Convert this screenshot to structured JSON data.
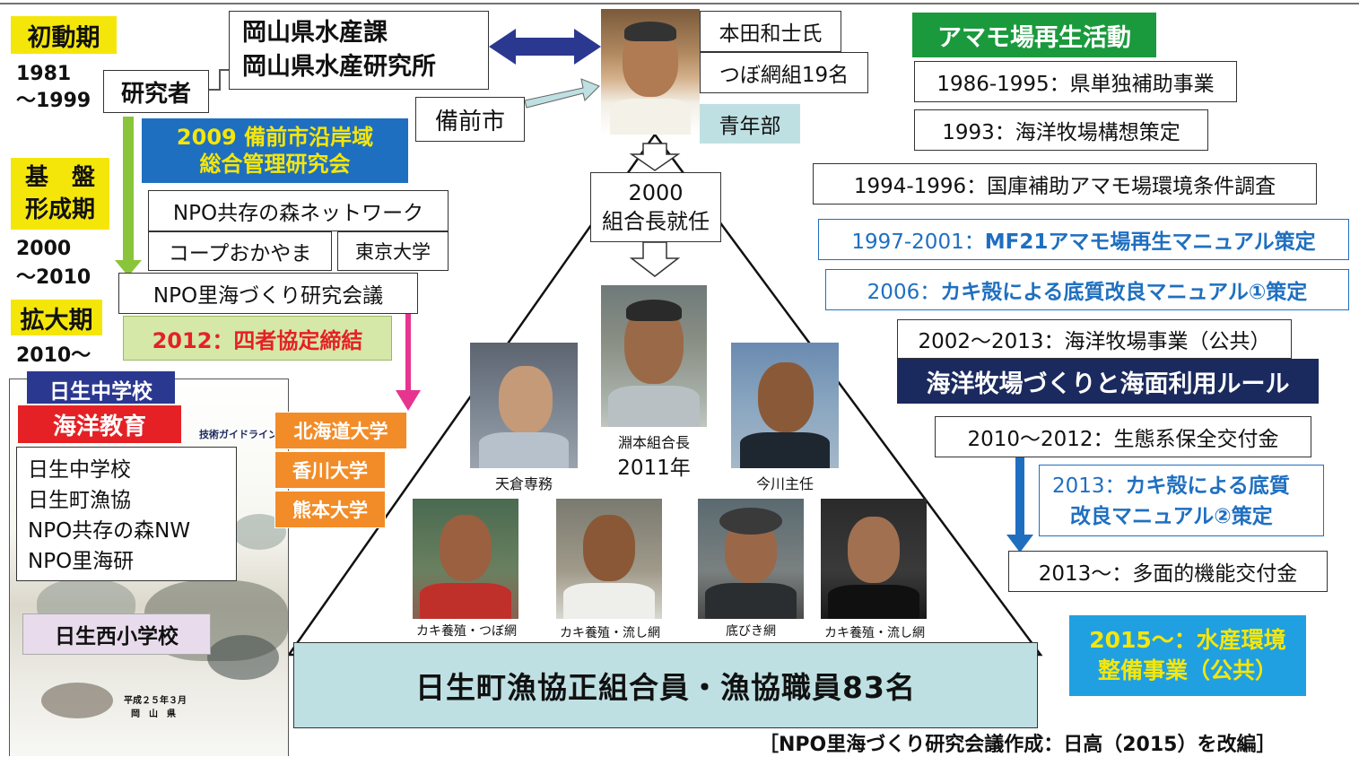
{
  "left_timeline": {
    "phase1_label": "初動期",
    "phase1_years": "1981\n～1999",
    "phase2_label": "基　盤\n形成期",
    "phase2_years": "2000\n～2010",
    "phase3_label": "拡大期",
    "phase3_years": "2010～"
  },
  "top_chain": {
    "okayama": "岡山県水産課\n岡山県水産研究所",
    "researcher": "研究者",
    "bizen": "備前市",
    "honda": "本田和士氏",
    "tsubo": "つぼ網組19名",
    "youth": "青年部"
  },
  "middle_left": {
    "council_2009": "2009 備前市沿岸域\n総合管理研究会",
    "npo_forest": "NPO共存の森ネットワーク",
    "coop": "コープおかやま",
    "tokyo": "東京大学",
    "npo_satoumi": "NPO里海づくり研究会議",
    "agreement_2012": "2012：四者協定締結"
  },
  "school_panel": {
    "school_header": "日生中学校",
    "marine_edu": "海洋教育",
    "guideline_text": "技術ガイドライン",
    "members": [
      "日生中学校",
      "日生町漁協",
      "NPO共存の森NW",
      "NPO里海研"
    ],
    "nishi_school": "日生西小学校",
    "cover_date": "平成２５年３月",
    "cover_pref": "岡　山　県"
  },
  "universities": [
    "北海道大学",
    "香川大学",
    "熊本大学"
  ],
  "pyramid": {
    "chief_year": "2000\n組合長就任",
    "leader_name": "淵本組合長",
    "leader_year": "2011年",
    "left_name": "天倉専務",
    "right_name": "今川主任",
    "fishers": [
      "カキ養殖・つぼ網",
      "カキ養殖・流し網",
      "底びき網",
      "カキ養殖・流し網"
    ],
    "base_label": "日生町漁協正組合員・漁協職員83名"
  },
  "right_timeline": {
    "title": "アマモ場再生活動",
    "items": [
      "1986-1995：県単独補助事業",
      "1993：海洋牧場構想策定",
      "1994-1996：国庫補助アマモ場環境条件調査"
    ],
    "mf21_prefix": "1997-2001：",
    "mf21_bold": "MF21アマモ場再生マニュアル策定",
    "oyster1_prefix": "2006：",
    "oyster1_bold": "カキ殻による底質改良マニュアル①策定",
    "ranch": "2002～2013：海洋牧場事業（公共）",
    "ranch_rule": "海洋牧場づくりと海面利用ルール",
    "eco_grant": "2010～2012：生態系保全交付金",
    "oyster2_prefix": "2013：",
    "oyster2_bold_1": "カキ殻による底質",
    "oyster2_bold_2": "改良マニュアル②策定",
    "multi_grant": "2013～：多面的機能交付金",
    "fishery_2015": "2015～：水産環境\n整備事業（公共）"
  },
  "source_note": "［NPO里海づくり研究会議作成：日高（2015）を改編］",
  "colors": {
    "yellow": "#f5e60a",
    "green_title": "#1a9a3c",
    "blue_council": "#1f6fc0",
    "navy": "#1b2a5e",
    "red_marine": "#e52125",
    "orange_univ": "#f28c28",
    "teal_base": "#bfe0e3",
    "pink_arrow": "#e6348f",
    "olive_arrow": "#8ac43a",
    "blue_text": "#1f6fc0",
    "purple_arrow": "#2b3890"
  }
}
